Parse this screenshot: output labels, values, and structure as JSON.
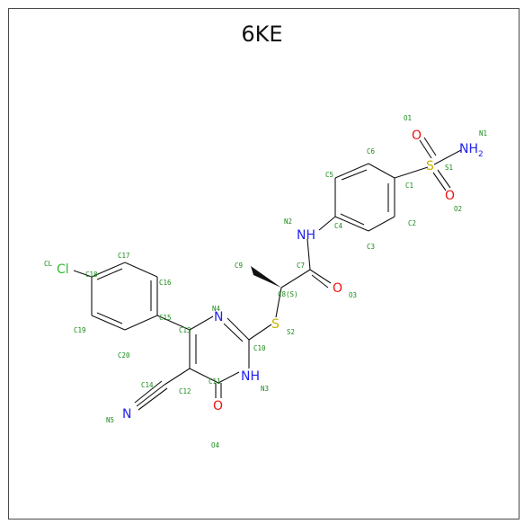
{
  "title": "6KE",
  "colors": {
    "carbon": "#111111",
    "nitrogen": "#2222ee",
    "oxygen": "#ee1111",
    "sulfur": "#c8b400",
    "chlorine": "#33bb33",
    "label": "#1a8a1a"
  },
  "atoms": {
    "n_h2": "NH",
    "n_h2_sub": "2",
    "o_top": "O",
    "o_bottom": "O",
    "s_sulfonyl": "S",
    "n_amide": "NH",
    "o_amide": "O",
    "s_thio": "S",
    "n_ring": "N",
    "n_ring_h": "NH",
    "o_ring": "O",
    "n_nitrile": "N",
    "cl": "Cl"
  },
  "labels": {
    "O1": "O1",
    "N1": "N1",
    "C6": "C6",
    "S1": "S1",
    "C5": "C5",
    "C1": "C1",
    "O2": "O2",
    "N2": "N2",
    "C4": "C4",
    "C2": "C2",
    "C3": "C3",
    "C9": "C9",
    "C7": "C7",
    "C8": "C8(S)",
    "O3": "O3",
    "CL": "CL",
    "C17": "C17",
    "C18": "C18",
    "C16": "C16",
    "N4": "N4",
    "S2": "S2",
    "C19": "C19",
    "C15": "C15",
    "C13": "C13",
    "C10": "C10",
    "C20": "C20",
    "C14": "C14",
    "C11": "C11",
    "N3": "N3",
    "C12": "C12",
    "N5": "N5",
    "O4": "O4"
  }
}
